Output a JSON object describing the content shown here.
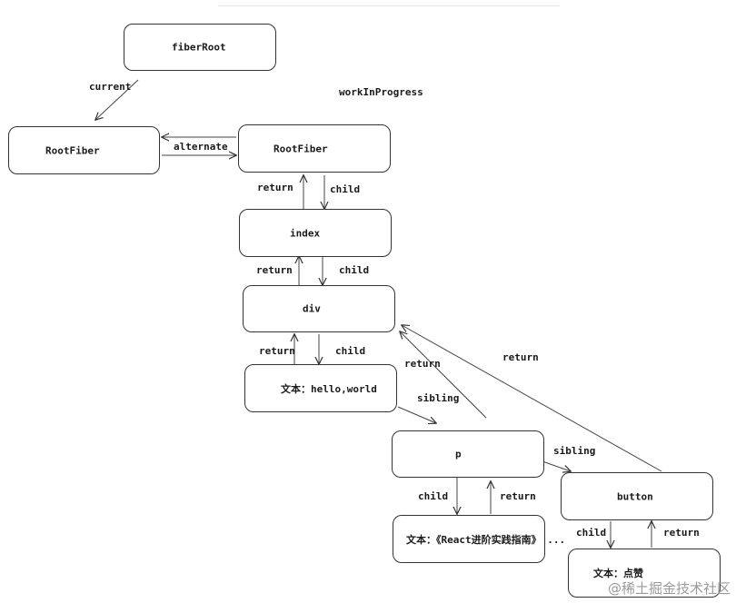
{
  "nodes": {
    "fiberRoot": "fiberRoot",
    "current_root_fiber": "RootFiber",
    "wip_root_fiber": "RootFiber",
    "index": "index",
    "div": "div",
    "text_hello": "文本：hello,world",
    "p": "p",
    "text_react": "文本：《React进阶实践指南》 ...",
    "button": "button",
    "text_like": "文本：点赞"
  },
  "edge_labels": {
    "current": "current",
    "work_in_progress": "workInProgress",
    "alternate": "alternate",
    "return": "return",
    "child": "child",
    "sibling": "sibling"
  },
  "watermark": "@稀土掘金技术社区"
}
